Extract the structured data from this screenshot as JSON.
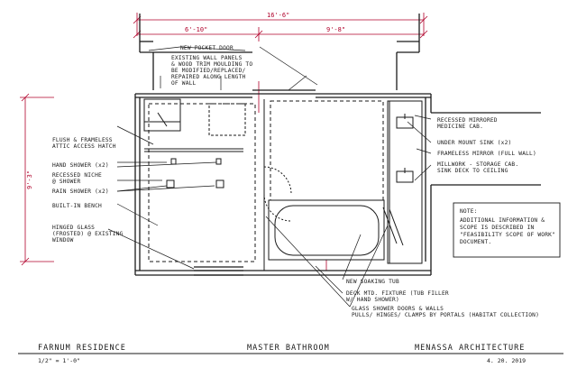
{
  "dimensions": {
    "overall": "16'-6\"",
    "left_segment": "6'-10\"",
    "right_segment": "9'-8\"",
    "height": "9'-3\""
  },
  "callouts": {
    "pocket_door": "NEW POCKET DOOR",
    "wall_panels": [
      "EXISTING WALL PANELS",
      "& WOOD TRIM MOULDING TO",
      "BE MODIFIED/REPLACED/",
      "REPAIRED ALONG LENGTH",
      "OF WALL"
    ],
    "flush_hatch": [
      "FLUSH & FRAMELESS",
      "ATTIC ACCESS HATCH"
    ],
    "hand_shower": "HAND SHOWER (x2)",
    "recessed_niche": [
      "RECESSED NICHE",
      "@ SHOWER"
    ],
    "rain_shower": "RAIN SHOWER (x2)",
    "built_in_bench": "BUILT-IN BENCH",
    "hinged_glass": [
      "HINGED GLASS",
      "(FROSTED) @ EXISTING",
      "WINDOW"
    ],
    "mirrored_cab": [
      "RECESSED MIRRORED",
      "MEDICINE CAB."
    ],
    "undermount_sink": "UNDER MOUNT SINK (x2)",
    "frameless_mirror": "FRAMELESS MIRROR (FULL WALL)",
    "millwork": [
      "MILLWORK - STORAGE CAB.",
      "SINK DECK TO CEILING"
    ],
    "soaking_tub": "NEW SOAKING TUB",
    "deck_fixture": [
      "DECK MTD. FIXTURE (TUB FILLER",
      "W/ HAND SHOWER)"
    ],
    "glass_doors": [
      "GLASS SHOWER DOORS & WALLS",
      "PULLS/ HINGES/ CLAMPS BY PORTALS (HABITAT COLLECTION)"
    ]
  },
  "note": {
    "heading": "NOTE:",
    "lines": [
      "ADDITIONAL INFORMATION &",
      "SCOPE IS DESCRIBED IN",
      "\"FEASIBILITY SCOPE OF WORK\"",
      "DOCUMENT."
    ]
  },
  "title_block": {
    "project": "FARNUM RESIDENCE",
    "scale": "1/2\" = 1'-0\"",
    "sheet_title": "MASTER BATHROOM",
    "firm": "MENASSA ARCHITECTURE",
    "date": "4. 20. 2019"
  },
  "colors": {
    "ink": "#1a1a1a",
    "dimension": "#b0002a",
    "paper": "#ffffff"
  }
}
